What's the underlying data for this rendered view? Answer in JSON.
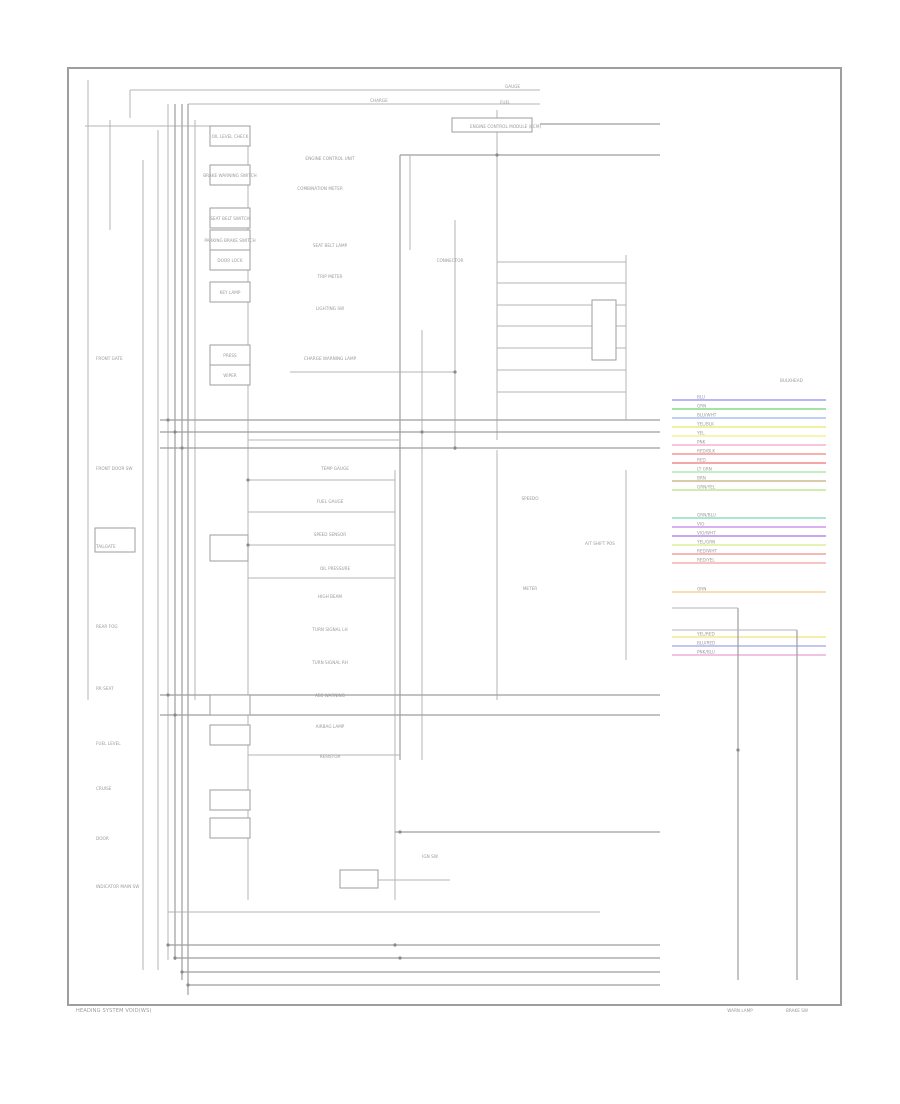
{
  "diagram": {
    "footer": "HEADING SYSTEM VOID(WS)",
    "top_labels": [
      "GAUGE",
      "FUEL",
      "ENGINE CONTROL MODULE (ECM)",
      "CHARGE"
    ],
    "left_modules": [
      {
        "id": "m1",
        "label": "OIL LEVEL CHECK"
      },
      {
        "id": "m2",
        "label": "BRAKE WARNING SWITCH"
      },
      {
        "id": "m3",
        "label": "SEAT BELT SWITCH"
      },
      {
        "id": "m4",
        "label": "PARKING BRAKE SWITCH"
      },
      {
        "id": "m5",
        "label": "DOOR LOCK"
      },
      {
        "id": "m6",
        "label": "KEY LAMP"
      },
      {
        "id": "m7",
        "label": "PRESS"
      },
      {
        "id": "m8",
        "label": "WIPER"
      }
    ],
    "left_components": [
      "FRONT GATE",
      "FRONT DOOR SW",
      "TAILGATE",
      "REAR FOG",
      "RR SEAT",
      "FUEL LEVEL",
      "CRUISE",
      "DOOR",
      "INDICATOR MAIN SW"
    ],
    "center_labels": [
      "ENGINE CONTROL UNIT",
      "COMBINATION METER",
      "SEAT BELT LAMP",
      "TRIP METER",
      "LIGHTING SW",
      "CHARGE WARNING LAMP",
      "TEMP GAUGE",
      "FUEL GAUGE",
      "SPEED SENSOR",
      "OIL PRESSURE",
      "HIGH BEAM",
      "TURN SIGNAL LH",
      "TURN SIGNAL RH",
      "ABS WARNING",
      "AIRBAG LAMP",
      "RESISTOR"
    ],
    "right_panel_title": "BULKHEAD",
    "right_connector": "CONNECTOR",
    "right_components": [
      "A/T SHIFT POS",
      "SPEEDO",
      "METER"
    ],
    "bottom_components": [
      "WARN LAMP",
      "BRAKE SW",
      "IGN SW"
    ],
    "wire_colors": [
      {
        "code": "BLU",
        "hex": "#8c8cf0"
      },
      {
        "code": "GRN",
        "hex": "#6fd06f"
      },
      {
        "code": "BLU/WHT",
        "hex": "#9fb0f5"
      },
      {
        "code": "YEL/BLK",
        "hex": "#e6e66a"
      },
      {
        "code": "YEL",
        "hex": "#f0f080"
      },
      {
        "code": "PNK",
        "hex": "#f4a4c8"
      },
      {
        "code": "RED/BLK",
        "hex": "#f08080"
      },
      {
        "code": "RED",
        "hex": "#f07070"
      },
      {
        "code": "LT GRN",
        "hex": "#9ee69e"
      },
      {
        "code": "BRN",
        "hex": "#c8a878"
      },
      {
        "code": "GRN/YEL",
        "hex": "#b8e078"
      },
      {
        "code": "GRN/BLU",
        "hex": "#7ad8b8"
      },
      {
        "code": "VIO",
        "hex": "#c480e6"
      },
      {
        "code": "VIO/WHT",
        "hex": "#b070e0"
      },
      {
        "code": "YEL/GRN",
        "hex": "#d8ec80"
      },
      {
        "code": "RED/WHT",
        "hex": "#f08c8c"
      },
      {
        "code": "RED/YEL",
        "hex": "#f6a0a0"
      },
      {
        "code": "ORN",
        "hex": "#f8c890"
      },
      {
        "code": "YEL/RED",
        "hex": "#f4e47a"
      },
      {
        "code": "BLU/RED",
        "hex": "#a0a0f0"
      },
      {
        "code": "PNK/BLU",
        "hex": "#e8a0d0"
      }
    ]
  }
}
